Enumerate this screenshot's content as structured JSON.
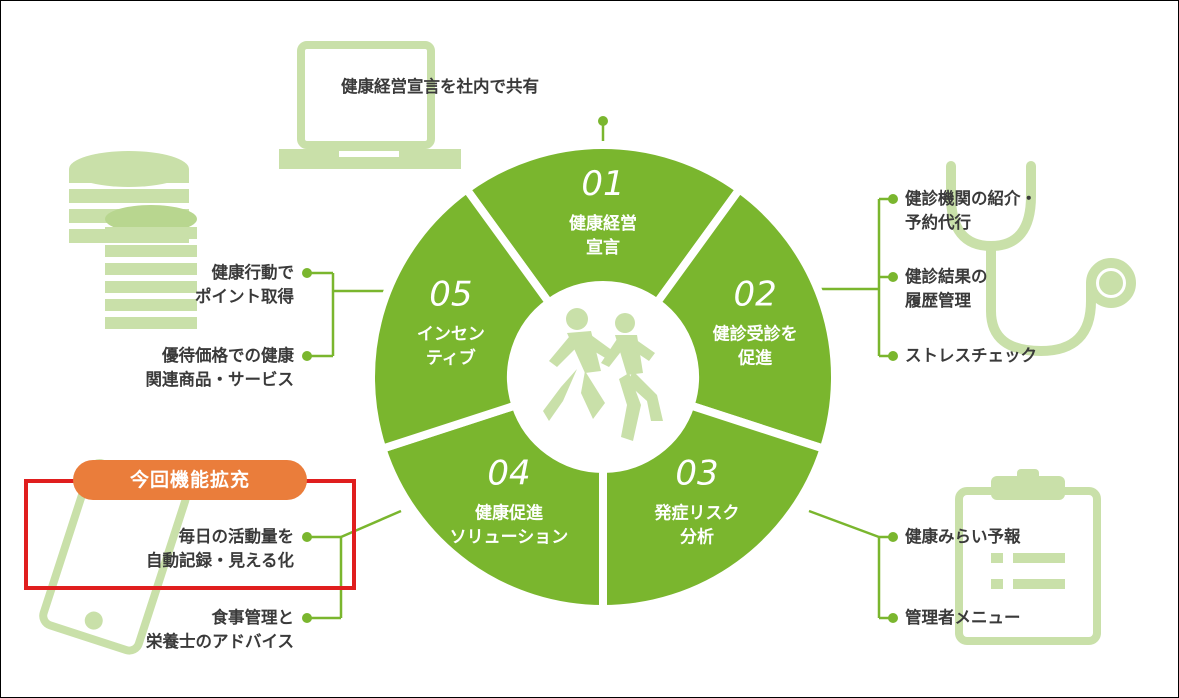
{
  "center": {
    "segments": [
      {
        "id": "01",
        "number": "01",
        "lines": [
          "健康経営",
          "宣言"
        ]
      },
      {
        "id": "02",
        "number": "02",
        "lines": [
          "健診受診を",
          "促進"
        ]
      },
      {
        "id": "03",
        "number": "03",
        "lines": [
          "発症リスク",
          "分析"
        ]
      },
      {
        "id": "04",
        "number": "04",
        "lines": [
          "健康促進",
          "ソリューション"
        ]
      },
      {
        "id": "05",
        "number": "05",
        "lines": [
          "インセン",
          "ティブ"
        ]
      }
    ]
  },
  "top_label": "健康経営宣言を社内で共有",
  "right_group_top": [
    {
      "lines": [
        "健診機関の紹介・",
        "予約代行"
      ]
    },
    {
      "lines": [
        "健診結果の",
        "履歴管理"
      ]
    },
    {
      "lines": [
        "ストレスチェック"
      ]
    }
  ],
  "right_group_bottom": [
    {
      "lines": [
        "健康みらい予報"
      ]
    },
    {
      "lines": [
        "管理者メニュー"
      ]
    }
  ],
  "left_group_top": [
    {
      "lines": [
        "健康行動で",
        "ポイント取得"
      ]
    },
    {
      "lines": [
        "優待価格での健康",
        "関連商品・サービス"
      ]
    }
  ],
  "left_group_bottom": [
    {
      "lines": [
        "毎日の活動量を",
        "自動記録・見える化"
      ]
    },
    {
      "lines": [
        "食事管理と",
        "栄養士のアドバイス"
      ]
    }
  ],
  "badge": "今回機能拡充",
  "colors": {
    "segment_green": "#7ab62e",
    "segment_separator": "#ffffff",
    "connector_green": "#7ab62e",
    "icon_light_green": "#c9e0a9",
    "badge_orange": "#ea7d3b",
    "highlight_red": "#e01e1e",
    "text": "#3a3a3a"
  },
  "icons": [
    "laptop-icon",
    "coin-stack-icon",
    "smartphone-icon",
    "stethoscope-icon",
    "clipboard-icon",
    "runners-icon"
  ]
}
